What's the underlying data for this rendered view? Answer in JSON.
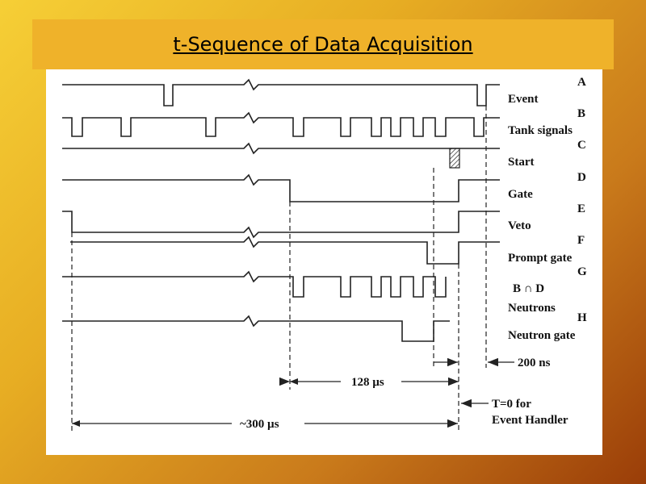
{
  "title": "t-Sequence of Data Acquisition",
  "signals": [
    {
      "letter": "A",
      "label": "Event"
    },
    {
      "letter": "B",
      "label": "Tank signals"
    },
    {
      "letter": "C",
      "label": "Start"
    },
    {
      "letter": "D",
      "label": "Gate"
    },
    {
      "letter": "E",
      "label": "Veto"
    },
    {
      "letter": "F",
      "label": "Prompt gate"
    },
    {
      "letter": "G",
      "label": "B ∩ D"
    },
    {
      "letter": "H",
      "label": "Neutron gate"
    }
  ],
  "extra_label": "Neutrons",
  "annotations": {
    "interval_128": "128 µs",
    "interval_200": "200 ns",
    "interval_300": "~300 µs",
    "t0_line1": "T=0 for",
    "t0_line2": "Event Handler"
  }
}
